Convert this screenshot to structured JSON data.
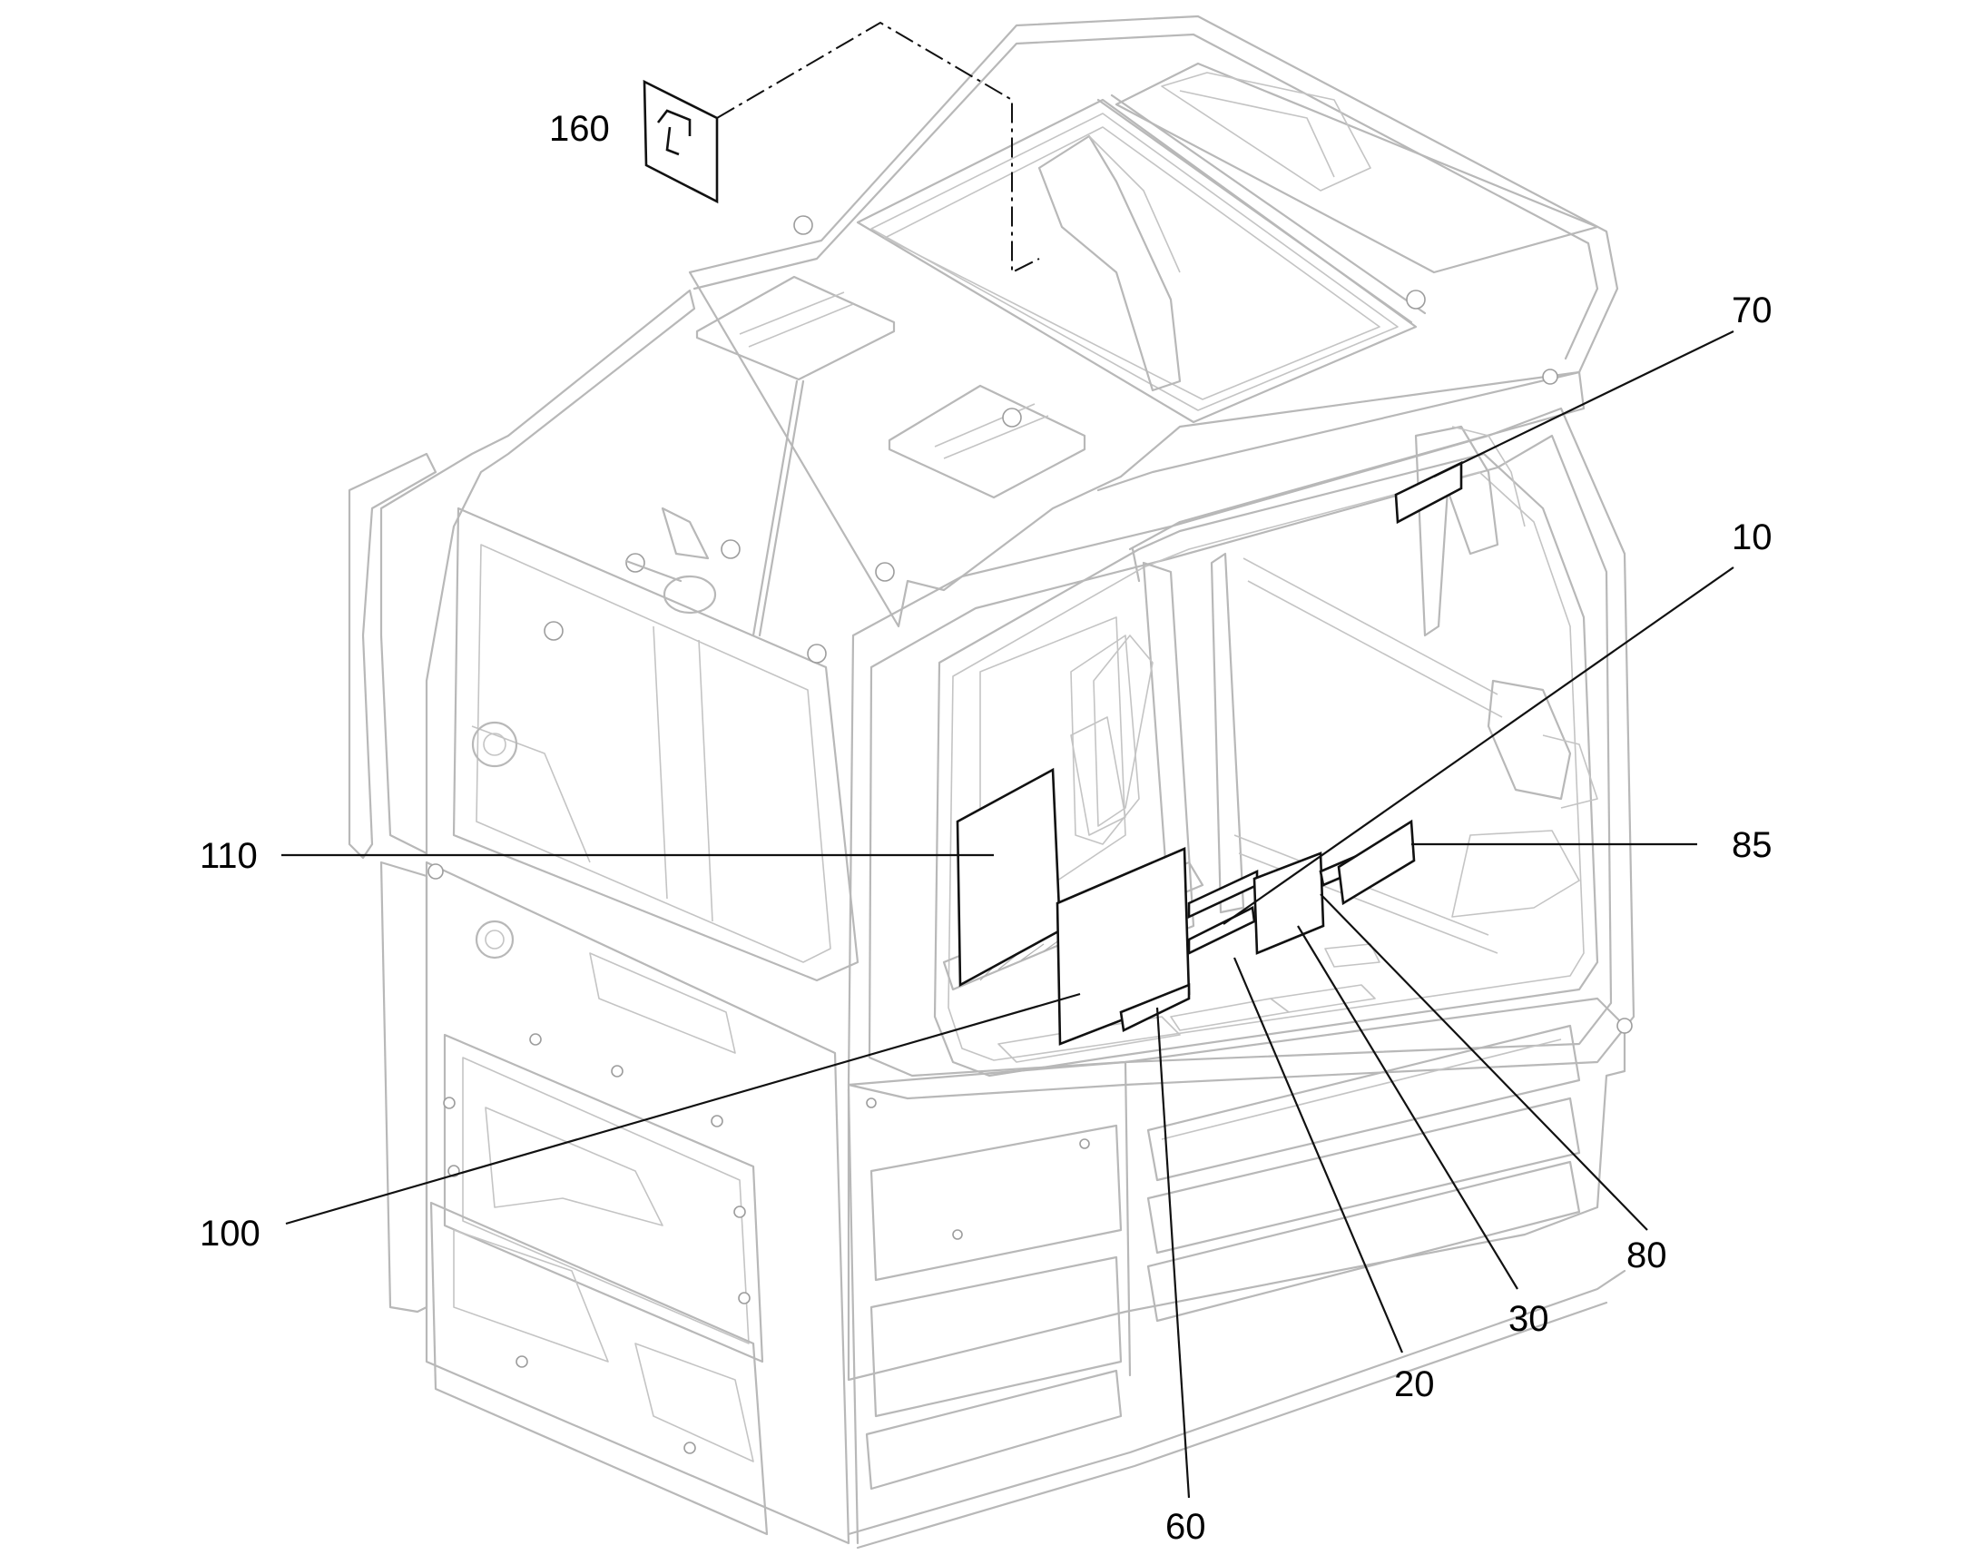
{
  "callouts": {
    "c160": "160",
    "c70": "70",
    "c10": "10",
    "c110": "110",
    "c85": "85",
    "c100": "100",
    "c80": "80",
    "c30": "30",
    "c20": "20",
    "c60": "60"
  },
  "icons": {
    "detail_160": "window-exit-decal-icon"
  }
}
